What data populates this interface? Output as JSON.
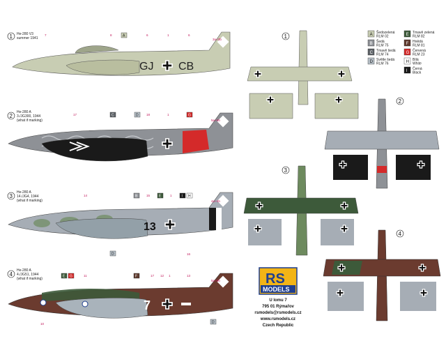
{
  "profiles": [
    {
      "number": "1",
      "title": "He-280 V3",
      "line2": "summer 1941",
      "line3": "",
      "code": "GJ",
      "code2": "CB",
      "stamp": "3a+3b"
    },
    {
      "number": "2",
      "title": "He-280 A",
      "line2": "3./JG300, 1944",
      "line3": "(what if marking)",
      "code": "",
      "code2": "",
      "stamp": "5a+5b"
    },
    {
      "number": "3",
      "title": "He-280 A",
      "line2": "14./JG4, 1944",
      "line3": "(what if marking)",
      "code": "13",
      "code2": "",
      "stamp": "4a+4b"
    },
    {
      "number": "4",
      "title": "He-280 A",
      "line2": "4./JG51, 1944",
      "line3": "(what if marking)",
      "code": "7",
      "code2": "",
      "stamp": "5a+5b"
    }
  ],
  "plan_numbers": [
    "1",
    "2",
    "3",
    "4"
  ],
  "profile_tags": {
    "p1": [
      "7",
      "8",
      "A",
      "6",
      "1",
      "6"
    ],
    "p2": [
      "17",
      "C",
      "D",
      "18",
      "1",
      "G"
    ],
    "p3": [
      "14",
      "B",
      "15",
      "E",
      "1",
      "I",
      "H",
      "16",
      "D"
    ],
    "p4": [
      "E",
      "G",
      "11",
      "F",
      "17",
      "12",
      "1",
      "13",
      "10",
      "D"
    ]
  },
  "colors_legend": [
    {
      "key": "A",
      "name": "Šedozelená",
      "code": "RLM 02",
      "color": "#c8cdb3"
    },
    {
      "key": "B",
      "name": "Šedá",
      "code": "RLM 75",
      "color": "#8e9196"
    },
    {
      "key": "C",
      "name": "Tmavě šedá",
      "code": "RLM 74",
      "color": "#5c6166"
    },
    {
      "key": "D",
      "name": "Světle šedá",
      "code": "RLM 76",
      "color": "#b7c0c8"
    },
    {
      "key": "E",
      "name": "Tmavě zelená",
      "code": "RLM 82",
      "color": "#3d5a3a"
    },
    {
      "key": "F",
      "name": "Hnědá",
      "code": "RLM 81",
      "color": "#5e3a2e"
    },
    {
      "key": "G",
      "name": "Červená",
      "code": "RLM 23",
      "color": "#d42a2a"
    },
    {
      "key": "H",
      "name": "Bílá",
      "code": "White",
      "color": "#ffffff"
    },
    {
      "key": "I",
      "name": "Černá",
      "code": "Black",
      "color": "#1a1a1a"
    }
  ],
  "logo": {
    "top": "RS",
    "bottom": "MODELS"
  },
  "address": [
    "U lomu 7",
    "795 01 Rýmařov",
    "rsmodels@rsmodels.cz",
    "www.rsmodels.cz",
    "Czech Republic"
  ],
  "colors": {
    "olive": "#c8cdb3",
    "grey": "#8e9196",
    "lightgrey": "#b7c0c8",
    "darkgreen": "#3d5a3a",
    "brown": "#6b3b2f",
    "red": "#d42a2a",
    "black": "#1a1a1a",
    "magenta": "#c2185b",
    "logo_yellow": "#f2b416",
    "logo_blue": "#1f3f8f"
  }
}
